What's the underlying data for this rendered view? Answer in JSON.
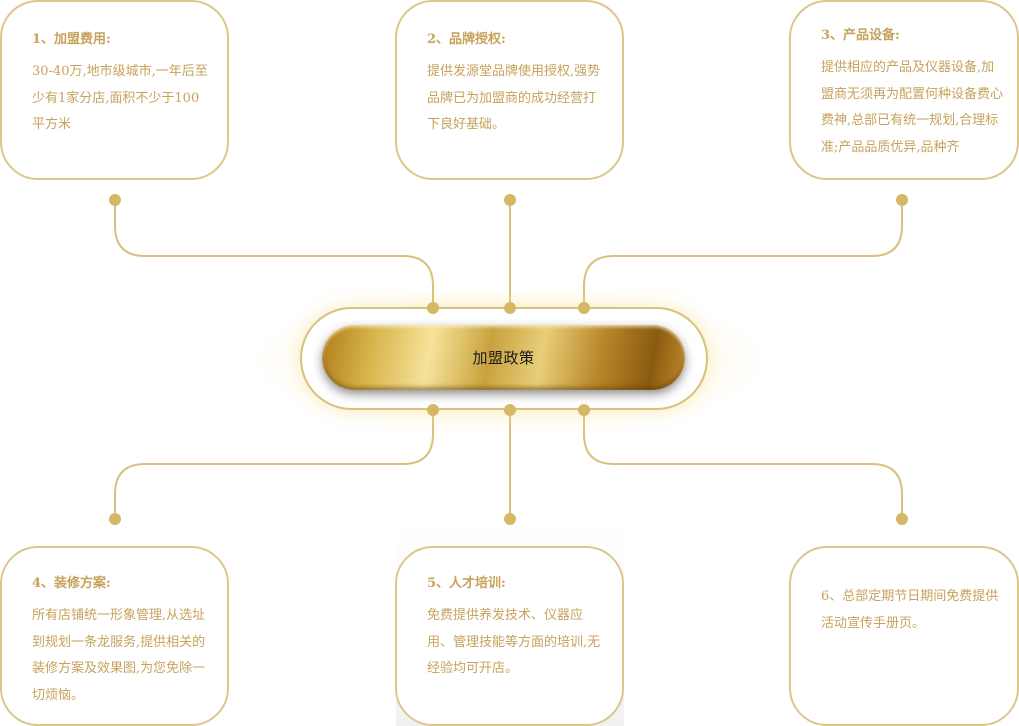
{
  "center": {
    "label": "加盟政策"
  },
  "cards": [
    {
      "title": "1、加盟费用:",
      "text": "30-40万,地市级城市,一年后至少有1家分店,面积不少于100平方米"
    },
    {
      "title": "2、品牌授权:",
      "text": "提供发源堂品牌使用授权,强势品牌已为加盟商的成功经营打下良好基础。"
    },
    {
      "title": "3、产品设备:",
      "text": "提供相应的产品及仪器设备,加盟商无须再为配置何种设备费心费神,总部已有统一规划,合理标准;产品品质优异,品种齐"
    },
    {
      "title": "4、装修方案:",
      "text": "所有店铺统一形象管理,从选址到规划一条龙服务,提供相关的装修方案及效果图,为您免除一切烦恼。"
    },
    {
      "title": "5、人才培训:",
      "text": "免费提供养发技术、仪器应用、管理技能等方面的培训,无经验均可开店。"
    },
    {
      "title": "",
      "text": "6、总部定期节日期间免费提供活动宣传手册页。"
    }
  ],
  "colors": {
    "accent": "#c7a25b",
    "line": "#d9c07c",
    "dot": "#d4b866",
    "gold_light": "#f6e39a",
    "gold_dark": "#8a5a10"
  }
}
